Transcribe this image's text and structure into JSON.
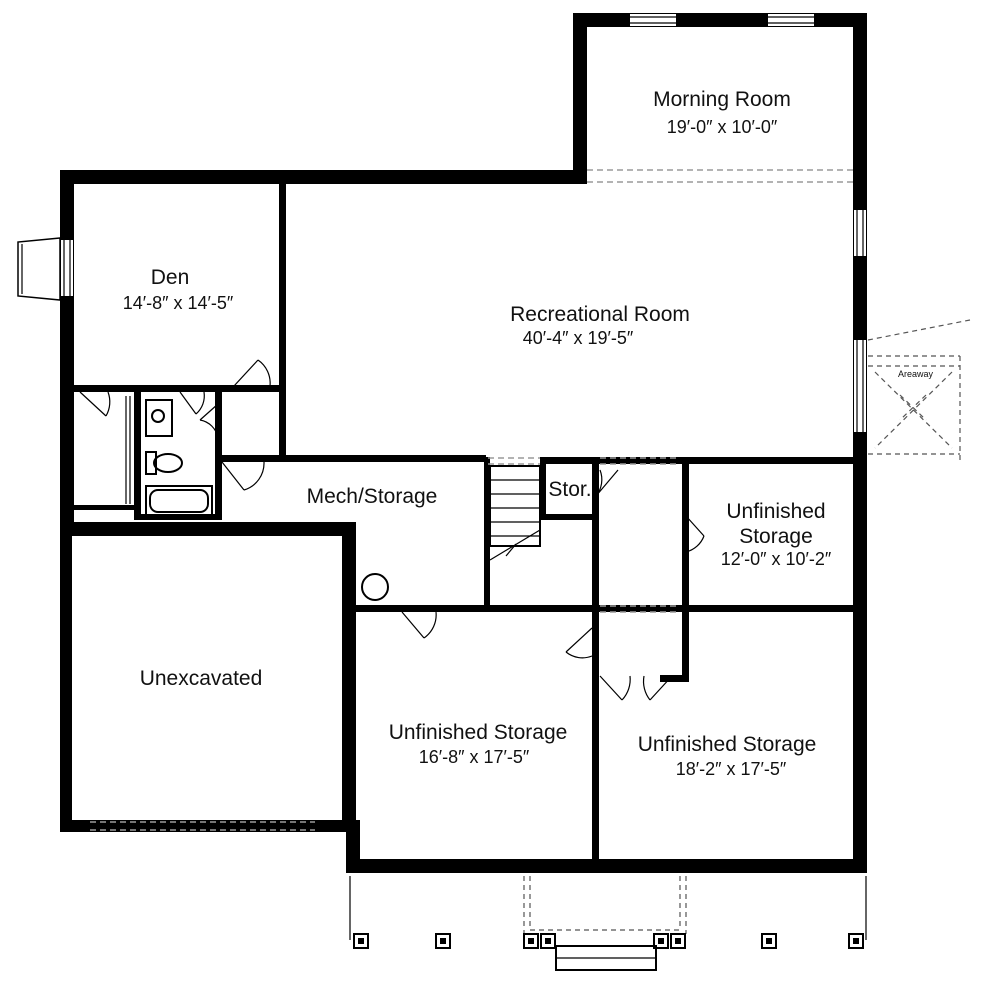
{
  "plan": {
    "rooms": [
      {
        "id": "morning-room",
        "name": "Morning Room",
        "dims": "19′-0″ x 10′-0″"
      },
      {
        "id": "den",
        "name": "Den",
        "dims": "14′-8″ x 14′-5″"
      },
      {
        "id": "recreational-room",
        "name": "Recreational Room",
        "dims": "40′-4″ x 19′-5″"
      },
      {
        "id": "mech-storage",
        "name": "Mech/Storage"
      },
      {
        "id": "stor",
        "name": "Stor."
      },
      {
        "id": "unfinished-storage-east",
        "name_line1": "Unfinished",
        "name_line2": "Storage",
        "dims": "12′-0″ x 10′-2″"
      },
      {
        "id": "unexcavated",
        "name": "Unexcavated"
      },
      {
        "id": "unfinished-storage-center",
        "name": "Unfinished Storage",
        "dims": "16′-8″ x 17′-5″"
      },
      {
        "id": "unfinished-storage-south",
        "name": "Unfinished Storage",
        "dims": "18′-2″ x 17′-5″"
      }
    ],
    "areaway_label": "Areaway"
  }
}
